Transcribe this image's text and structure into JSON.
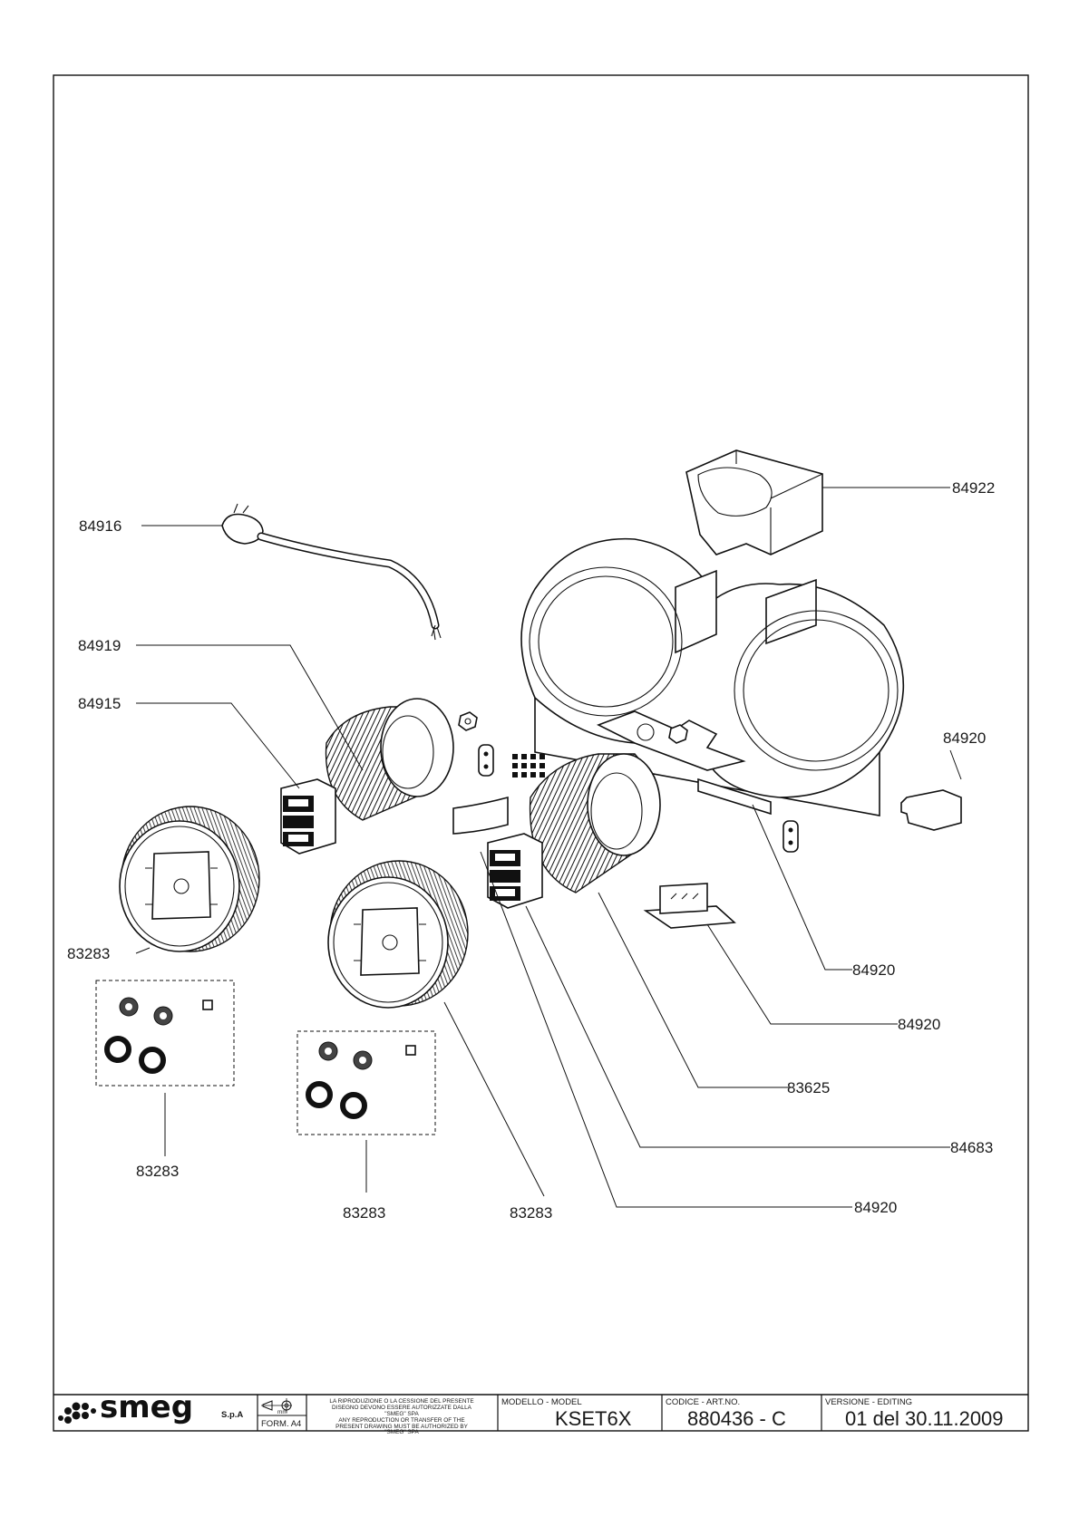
{
  "drawing": {
    "callouts": {
      "c_84922": "84922",
      "c_84916": "84916",
      "c_84919": "84919",
      "c_84915": "84915",
      "c_84920_right": "84920",
      "c_83283_left": "83283",
      "c_84920_mid1": "84920",
      "c_84920_mid2": "84920",
      "c_83625": "83625",
      "c_84683": "84683",
      "c_83283_bottom_left": "83283",
      "c_83283_bottom_mid": "83283",
      "c_83283_bottom_right": "83283",
      "c_84920_bottom": "84920"
    }
  },
  "title_block": {
    "logo_text": "smeg",
    "company_suffix": "S.p.A",
    "format_label": "FORM. A4",
    "unit_symbol": "mm",
    "notice_it_lines": [
      "LA RIPRODUZIONE O LA CESSIONE DEL PRESENTE",
      "DISEGNO DEVONO ESSERE AUTORIZZATE DALLA",
      "\"SMEG\" SPA"
    ],
    "notice_en_lines": [
      "ANY REPRODUCTION OR TRANSFER OF THE",
      "PRESENT DRAWING MUST BE AUTHORIZED BY",
      "\"SMEG\" SPA"
    ],
    "model_header": "MODELLO - MODEL",
    "model_value": "KSET6X",
    "code_header": "CODICE - ART.NO.",
    "code_value": "880436 - C",
    "version_header": "VERSIONE - EDITING",
    "version_value": "01 del 30.11.2009"
  }
}
